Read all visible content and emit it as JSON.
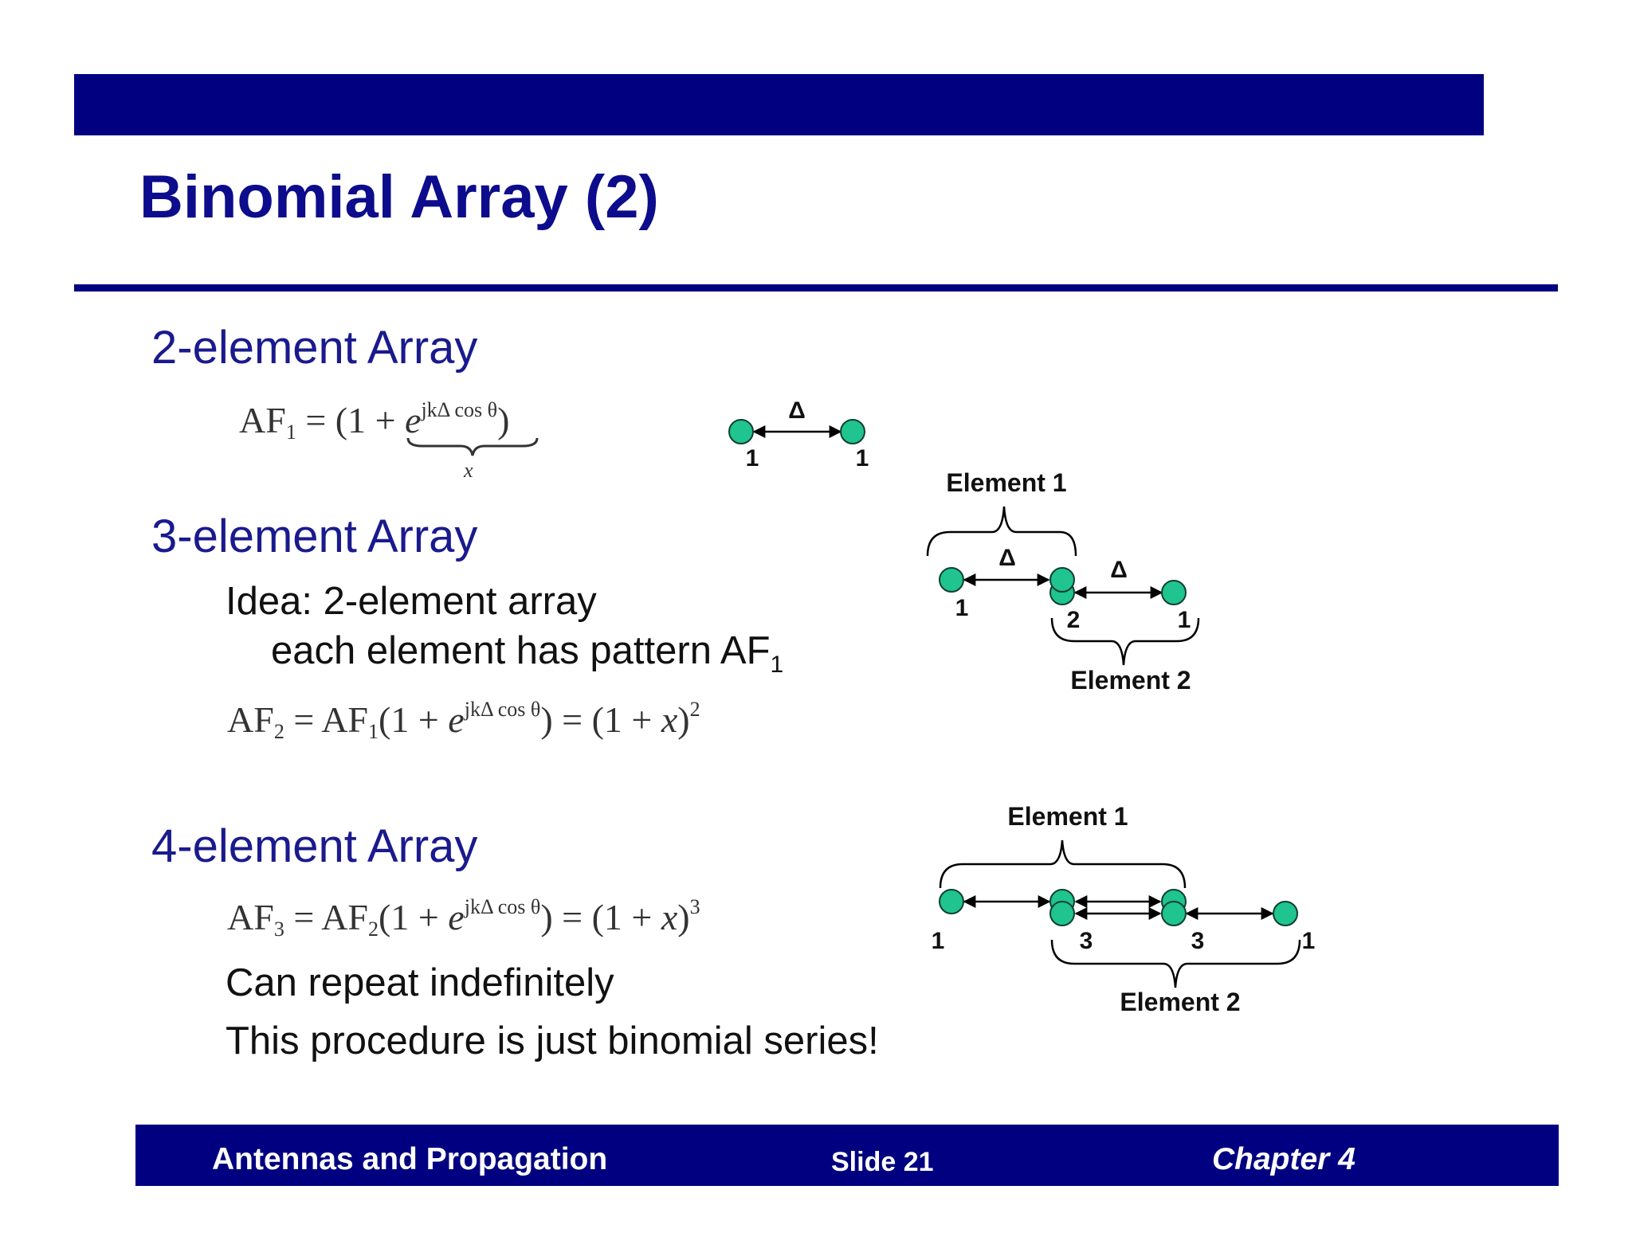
{
  "slide": {
    "title": "Binomial Array (2)"
  },
  "sections": {
    "two_element": {
      "heading": "2-element Array",
      "equation": {
        "lhs": "AF",
        "lhs_sub": "1",
        "rhs_open": " = (1 + ",
        "exp_base": "e",
        "exp_power": "jkΔ cos θ",
        "rhs_close": ")",
        "underbrace_label": "x"
      }
    },
    "three_element": {
      "heading": "3-element Array",
      "idea_line1": "Idea: 2-element array",
      "idea_line2": "each element has pattern AF",
      "idea_line2_sub": "1",
      "equation": {
        "lhs": "AF",
        "lhs_sub": "2",
        "mid": " = AF",
        "mid_sub": "1",
        "open": "(1 + ",
        "exp_base": "e",
        "exp_power": "jkΔ cos θ",
        "close": ") = (1 + ",
        "var": "x",
        "end": ")",
        "power": "2"
      }
    },
    "four_element": {
      "heading": "4-element Array",
      "equation": {
        "lhs": "AF",
        "lhs_sub": "3",
        "mid": " = AF",
        "mid_sub": "2",
        "open": "(1 + ",
        "exp_base": "e",
        "exp_power": "jkΔ cos θ",
        "close": ") = (1 + ",
        "var": "x",
        "end": ")",
        "power": "3"
      },
      "note1": "Can repeat indefinitely",
      "note2": "This procedure is just binomial series!"
    }
  },
  "diagrams": {
    "two": {
      "spacing_label": "Δ",
      "weights": [
        "1",
        "1"
      ]
    },
    "three": {
      "element1_label": "Element 1",
      "element2_label": "Element 2",
      "spacing_label_a": "Δ",
      "spacing_label_b": "Δ",
      "weights": [
        "1",
        "2",
        "1"
      ]
    },
    "four": {
      "element1_label": "Element 1",
      "element2_label": "Element 2",
      "weights": [
        "1",
        "3",
        "3",
        "1"
      ]
    }
  },
  "footer": {
    "left": "Antennas and Propagation",
    "center": "Slide 21",
    "right": "Chapter 4"
  },
  "colors": {
    "navy_bar": "#000080",
    "title_text": "#0c0c8c",
    "heading_text": "#1a1a8e",
    "element_fill": "#1fc48e"
  }
}
